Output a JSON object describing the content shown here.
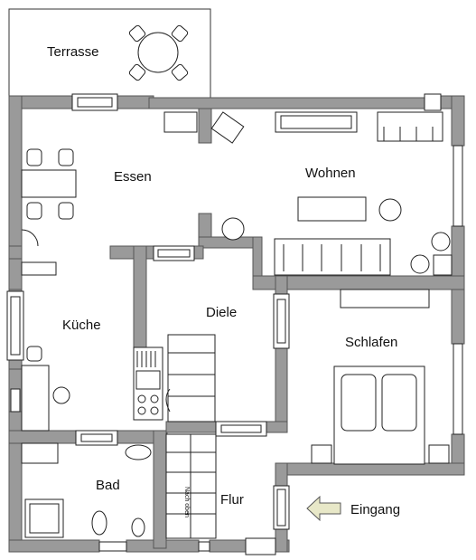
{
  "rooms": {
    "terrasse": "Terrasse",
    "essen": "Essen",
    "wohnen": "Wohnen",
    "kueche": "Küche",
    "diele": "Diele",
    "schlafen": "Schlafen",
    "bad": "Bad",
    "flur": "Flur"
  },
  "entrance": {
    "label": "Eingang"
  },
  "stairs": {
    "note": "Nach oben"
  },
  "colors": {
    "wall": "#9a9a9a",
    "furniture_stroke": "#222222",
    "arrow_fill": "#e8e8c8"
  }
}
